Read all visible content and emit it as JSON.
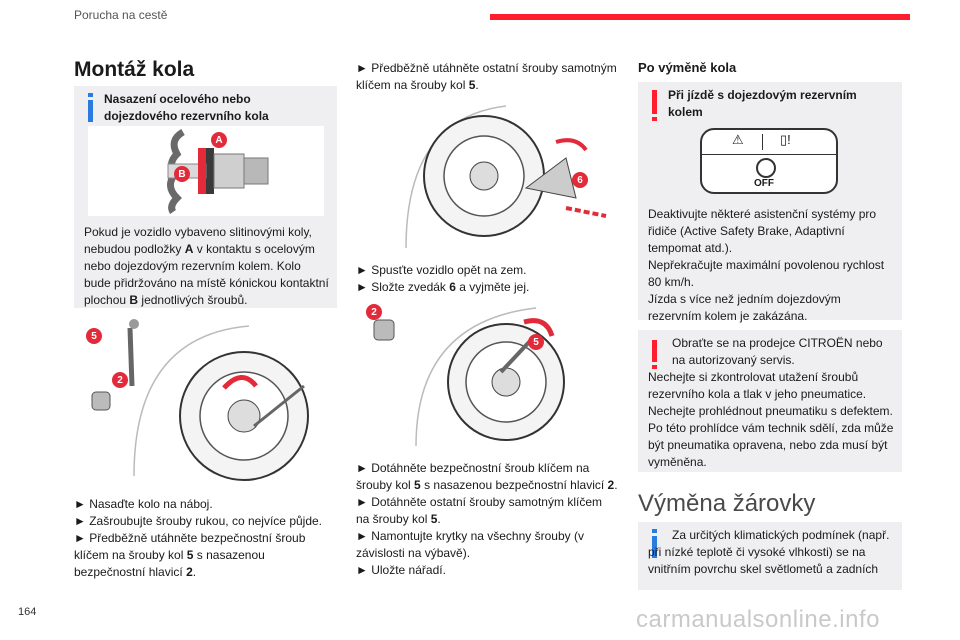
{
  "header": {
    "section": "Porucha na cestě"
  },
  "col1": {
    "title": "Montáž kola",
    "info_title": "Nasazení ocelového nebo dojezdového rezervního kola",
    "fig1_callouts": [
      "A",
      "B"
    ],
    "info_text_1": "Pokud je vozidlo vybaveno slitinovými koly, nebudou podložky",
    "info_text_A": "A",
    "info_text_2": "v kontaktu s ocelovým nebo dojezdovým rezervním kolem. Kolo bude přidržováno na místě kónickou kontaktní plochou",
    "info_text_B": "B",
    "info_text_3": "jednotlivých šroubů.",
    "fig2_callouts": [
      "5",
      "2"
    ],
    "steps": [
      "► Nasaďte kolo na náboj.",
      "► Zašroubujte šrouby rukou, co nejvíce půjde.",
      "► Předběžně utáhněte bezpečnostní šroub klíčem na šrouby kol",
      "5",
      "s nasazenou bezpečnostní hlavicí",
      "2"
    ]
  },
  "col2": {
    "step1a": "► Předběžně utáhněte ostatní šrouby samotným klíčem na šrouby kol",
    "step1b": "5",
    "fig3_callout": "6",
    "step2": "► Spusťte vozidlo opět na zem.",
    "step3a": "► Složte zvedák",
    "step3b": "6",
    "step3c": "a vyjměte jej.",
    "fig4_callouts": [
      "2",
      "5"
    ],
    "step4a": "► Dotáhněte bezpečnostní šroub klíčem na šrouby kol",
    "step4b": "5",
    "step4c": "s nasazenou bezpečnostní hlavicí",
    "step4d": "2",
    "step5a": "► Dotáhněte ostatní šrouby samotným klíčem na šrouby kol",
    "step5b": "5",
    "step6": "► Namontujte krytky na všechny šrouby (v závislosti na výbavě).",
    "step7": "► Uložte nářadí."
  },
  "col3": {
    "title": "Po výměně kola",
    "warn1_title": "Při jízdě s dojezdovým rezervním kolem",
    "indicator_off": "OFF",
    "warn1_text": "Deaktivujte některé asistenční systémy pro řidiče (Active Safety Brake, Adaptivní tempomat atd.).\nNepřekračujte maximální povolenou rychlost 80 km/h.\nJízda s více než jedním dojezdovým rezervním kolem je zakázána.",
    "warn2_title": "Obraťte se na prodejce CITROËN nebo na autorizovaný servis.",
    "warn2_text": "Nechejte si zkontrolovat utažení šroubů rezervního kola a tlak v jeho pneumatice.\nNechejte prohlédnout pneumatiku s defektem. Po této prohlídce vám technik sdělí, zda může být pneumatika opravena, nebo zda musí být vyměněna.",
    "title2": "Výměna žárovky",
    "info2_text": "Za určitých klimatických podmínek (např. při nízké teplotě či vysoké vlhkosti) se na vnitřním povrchu skel světlometů a zadních"
  },
  "footer": {
    "page": "164",
    "watermark": "carmanualsonline.info"
  },
  "colors": {
    "accent_red": "#ff1e2d",
    "info_blue": "#2a7bde",
    "box_gray": "#efeff1"
  }
}
